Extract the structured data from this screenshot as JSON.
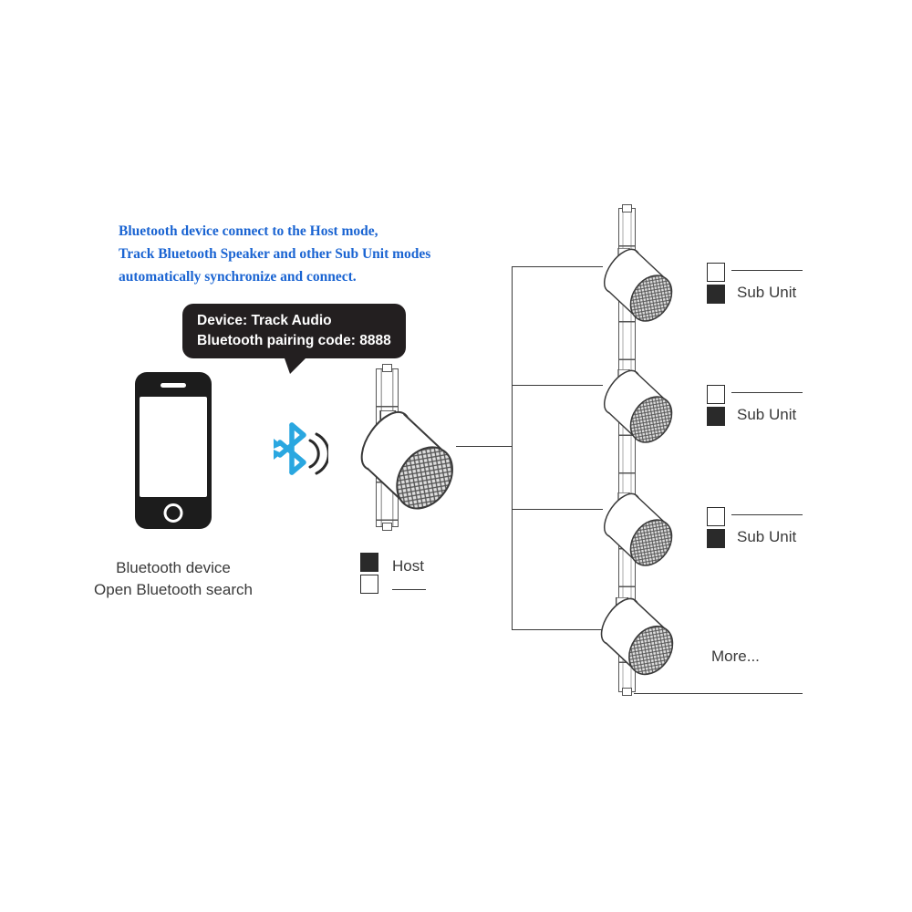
{
  "colors": {
    "accent_blue": "#1a64d2",
    "bluetooth_blue": "#2aa7e0",
    "ink": "#231f20",
    "line": "#3a3a3a",
    "text": "#3a3a3a"
  },
  "intro_note": {
    "lines": [
      "Bluetooth device connect to the Host mode,",
      "Track Bluetooth Speaker and other Sub Unit modes",
      "automatically synchronize and connect."
    ]
  },
  "tooltip": {
    "lines": [
      "Device: Track Audio",
      "Bluetooth pairing code: 8888"
    ]
  },
  "phone_caption": {
    "lines": [
      "Bluetooth device",
      "Open Bluetooth search"
    ]
  },
  "host": {
    "label": "Host"
  },
  "sub_units": [
    {
      "label": "Sub Unit"
    },
    {
      "label": "Sub Unit"
    },
    {
      "label": "Sub Unit"
    }
  ],
  "more_label": "More...",
  "icons": {
    "bluetooth_icon": "bluetooth-rune-with-sound-waves",
    "phone_icon": "smartphone-outline",
    "host_mode_icon": "stacked-squares-top-filled",
    "sub_mode_icon": "stacked-squares-bottom-filled",
    "speaker_icon": "track-mounted-cylinder-speaker"
  }
}
